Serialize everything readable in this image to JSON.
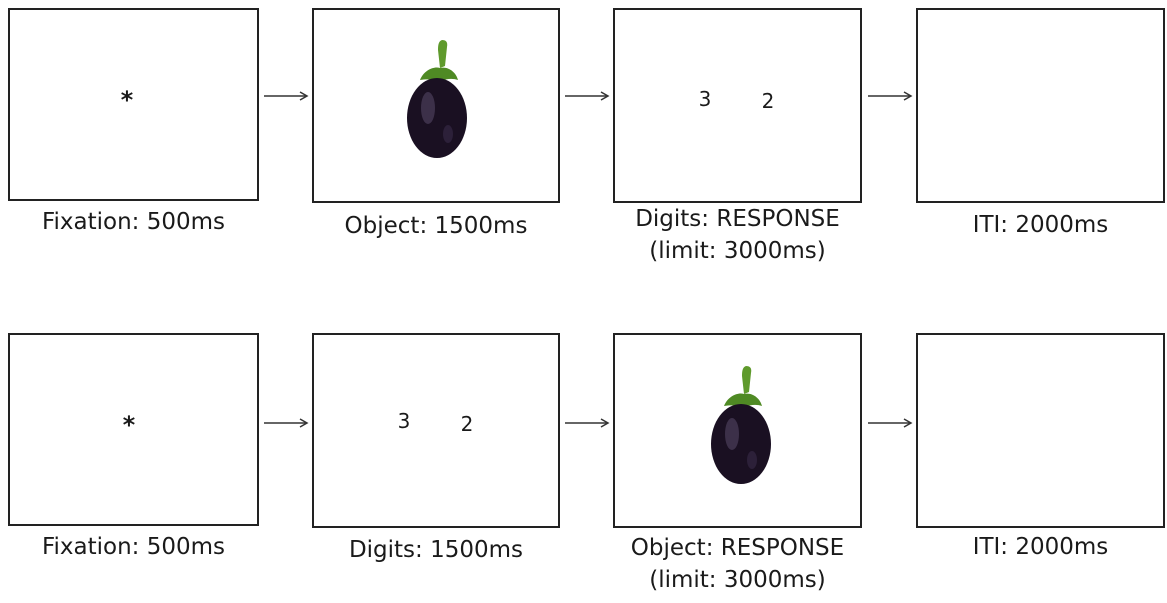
{
  "row1": {
    "fixation": {
      "symbol": "*",
      "caption": "Fixation: 500ms"
    },
    "object": {
      "caption": "Object: 1500ms",
      "image": "eggplant-image"
    },
    "digits": {
      "d1": "3",
      "d2": "2",
      "caption1": "Digits: RESPONSE",
      "caption2": "(limit: 3000ms)"
    },
    "iti": {
      "caption": "ITI: 2000ms"
    }
  },
  "row2": {
    "fixation": {
      "symbol": "*",
      "caption": "Fixation: 500ms"
    },
    "digits": {
      "d1": "3",
      "d2": "2",
      "caption": "Digits: 1500ms"
    },
    "object": {
      "caption1": "Object: RESPONSE",
      "caption2": "(limit: 3000ms)",
      "image": "eggplant-image"
    },
    "iti": {
      "caption": "ITI: 2000ms"
    }
  },
  "colors": {
    "frame": "#222222",
    "eggplant": "#1a1022",
    "stem": "#5f9a2c"
  }
}
